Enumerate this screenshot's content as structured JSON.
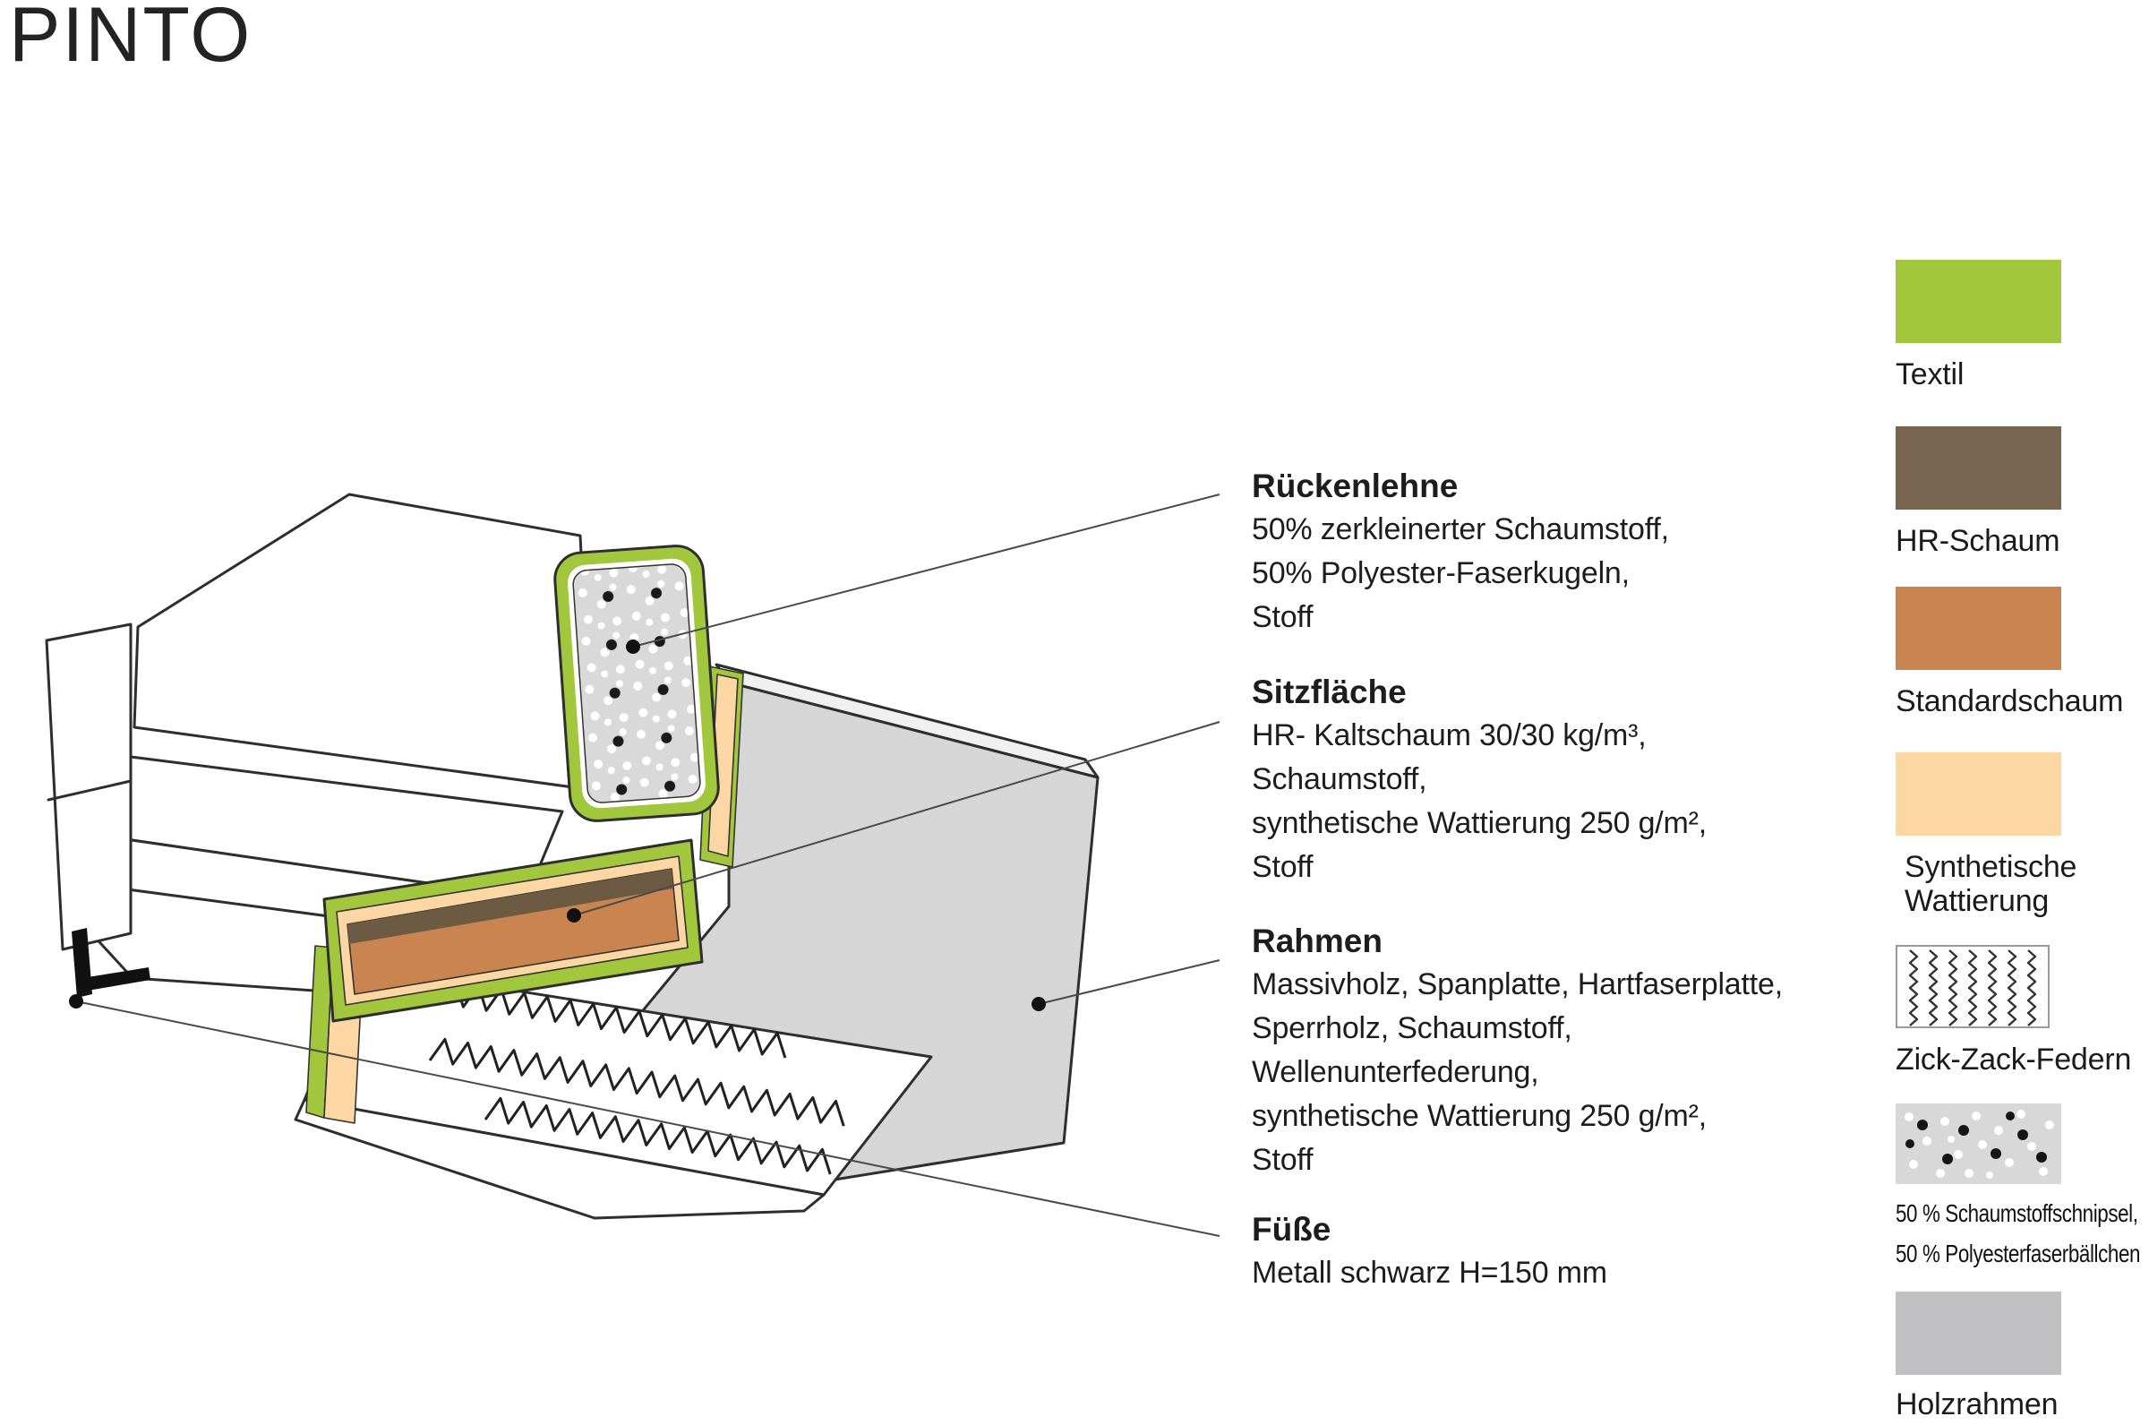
{
  "title": "PINTO",
  "colors": {
    "textil_green": "#a2c63c",
    "hr_schaum_brown": "#786650",
    "standardschaum_orange": "#c98450",
    "wattierung_peach": "#fcd7a3",
    "holz_gray": "#c1c1c3",
    "schnipsel_gray": "#d8d8d8",
    "panel_gray": "#d6d6d7",
    "foam_strip_brown": "#6d5a43"
  },
  "callouts": [
    {
      "heading": "Rückenlehne",
      "lines": [
        "50% zerkleinerter Schaumstoff,",
        "50% Polyester-Faserkugeln,",
        "Stoff"
      ]
    },
    {
      "heading": "Sitzfläche",
      "lines": [
        "HR- Kaltschaum 30/30 kg/m³,",
        "Schaumstoff,",
        "synthetische Wattierung 250 g/m²,",
        "Stoff"
      ]
    },
    {
      "heading": "Rahmen",
      "lines": [
        "Massivholz, Spanplatte, Hartfaserplatte,",
        "Sperrholz, Schaumstoff,",
        "Wellenunterfederung,",
        "synthetische Wattierung 250 g/m²,",
        "Stoff"
      ]
    },
    {
      "heading": "Füße",
      "lines": [
        "Metall schwarz H=150 mm"
      ]
    }
  ],
  "legend": {
    "items": [
      {
        "lines": [
          "Textil"
        ]
      },
      {
        "lines": [
          "HR-Schaum"
        ]
      },
      {
        "lines": [
          "Standardschaum"
        ]
      },
      {
        "lines": [
          "Synthetische",
          "Wattierung"
        ]
      },
      {
        "lines": [
          "Zick-Zack-Federn"
        ]
      },
      {
        "lines": [
          "50 % Schaumstoffschnipsel,",
          "50 % Polyesterfaserbällchen"
        ]
      },
      {
        "lines": [
          "Holzrahmen"
        ]
      }
    ]
  }
}
